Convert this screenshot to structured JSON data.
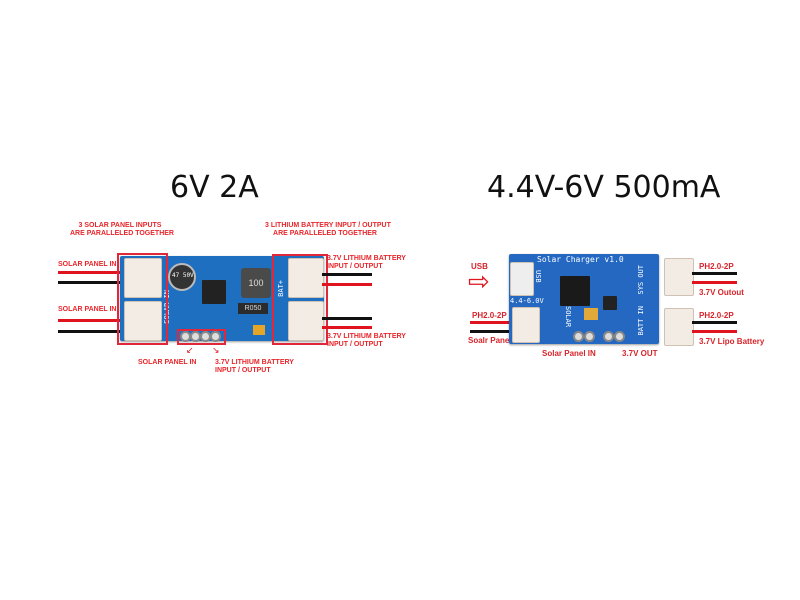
{
  "left_product": {
    "title": "6V 2A",
    "labels": {
      "solar_inputs_note": [
        "3 SOLAR PANEL INPUTS",
        "ARE PARALLELED TOGETHER"
      ],
      "battery_note": [
        "3 LITHIUM BATTERY INPUT / OUTPUT",
        "ARE PARALLELED TOGETHER"
      ],
      "solar_in_1": "SOLAR PANEL IN",
      "solar_in_2": "SOLAR PANEL IN",
      "battery_1": [
        "3.7V LITHIUM BATTERY",
        "INPUT / OUTPUT"
      ],
      "battery_2": [
        "3.7V LITHIUM BATTERY",
        "INPUT / OUTPUT"
      ],
      "bottom_solar": "SOLAR PANEL IN",
      "bottom_battery": [
        "3.7V LITHIUM BATTERY",
        "INPUT / OUTPUT"
      ]
    },
    "silkscreen": {
      "inductor": "100",
      "resistor": "R050",
      "solar": "SOLAR IN",
      "bat": "BAT+",
      "cap": "47 50V"
    }
  },
  "right_product": {
    "title": "4.4V-6V 500mA",
    "labels": {
      "usb": "USB",
      "ph_left": "PH2.0-2P",
      "solar_panel": "Soalr Panel",
      "ph_top": "PH2.0-2P",
      "out": "3.7V Outout",
      "ph_bottom": "PH2.0-2P",
      "lipo": "3.7V Lipo Battery",
      "solar_in": "Solar Panel IN",
      "out_bottom": "3.7V OUT"
    },
    "silkscreen": {
      "name": "Solar Charger v1.0",
      "range": "4.4-6.0V",
      "usb": "USB",
      "sys": "SYS OUT",
      "batt": "BATT IN",
      "solar": "SOLAR"
    }
  }
}
